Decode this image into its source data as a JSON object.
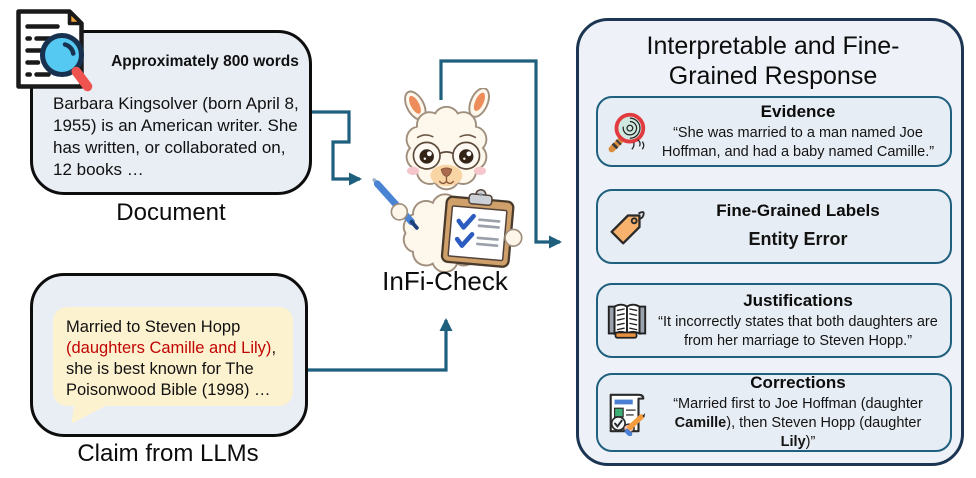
{
  "colors": {
    "arrow": "#1e5f7e",
    "panel_border": "#1c3552",
    "subbox_border": "#1f607f",
    "box_fill": "#e9eef5",
    "bubble_fill": "#fdf2cf",
    "error_red": "#c00505"
  },
  "document_box": {
    "icon": "document-magnifier-icon",
    "header": "Approximately 800 words",
    "body": "Barbara Kingsolver (born April 8, 1955) is an American writer. She has written, or collaborated on, 12 books …",
    "label": "Document"
  },
  "claim_box": {
    "text_before": "Married to Steven Hopp ",
    "text_highlight": "(daughters Camille and Lily)",
    "text_after": ", she is best known for The Poisonwood Bible (1998) …",
    "label": "Claim from LLMs"
  },
  "checker": {
    "icon": "llama-mascot",
    "label": "InFi-Check"
  },
  "response_panel": {
    "title": "Interpretable and Fine-Grained Response",
    "sections": [
      {
        "icon": "fingerprint-magnifier-icon",
        "title": "Evidence",
        "text": "“She was married to a man named Joe Hoffman, and had a baby named Camille.”"
      },
      {
        "icon": "price-tag-icon",
        "title": "Fine-Grained Labels",
        "text": "Entity Error"
      },
      {
        "icon": "open-book-icon",
        "title": "Justifications",
        "text": "“It incorrectly states that both daughters are from her marriage to Steven Hopp.”"
      },
      {
        "icon": "correction-note-icon",
        "title": "Corrections",
        "text_parts": {
          "p1": "“Married first to Joe Hoffman (daughter ",
          "b1": "Camille",
          "p2": "), then Steven Hopp (daughter ",
          "b2": "Lily",
          "p3": ")”"
        }
      }
    ]
  }
}
